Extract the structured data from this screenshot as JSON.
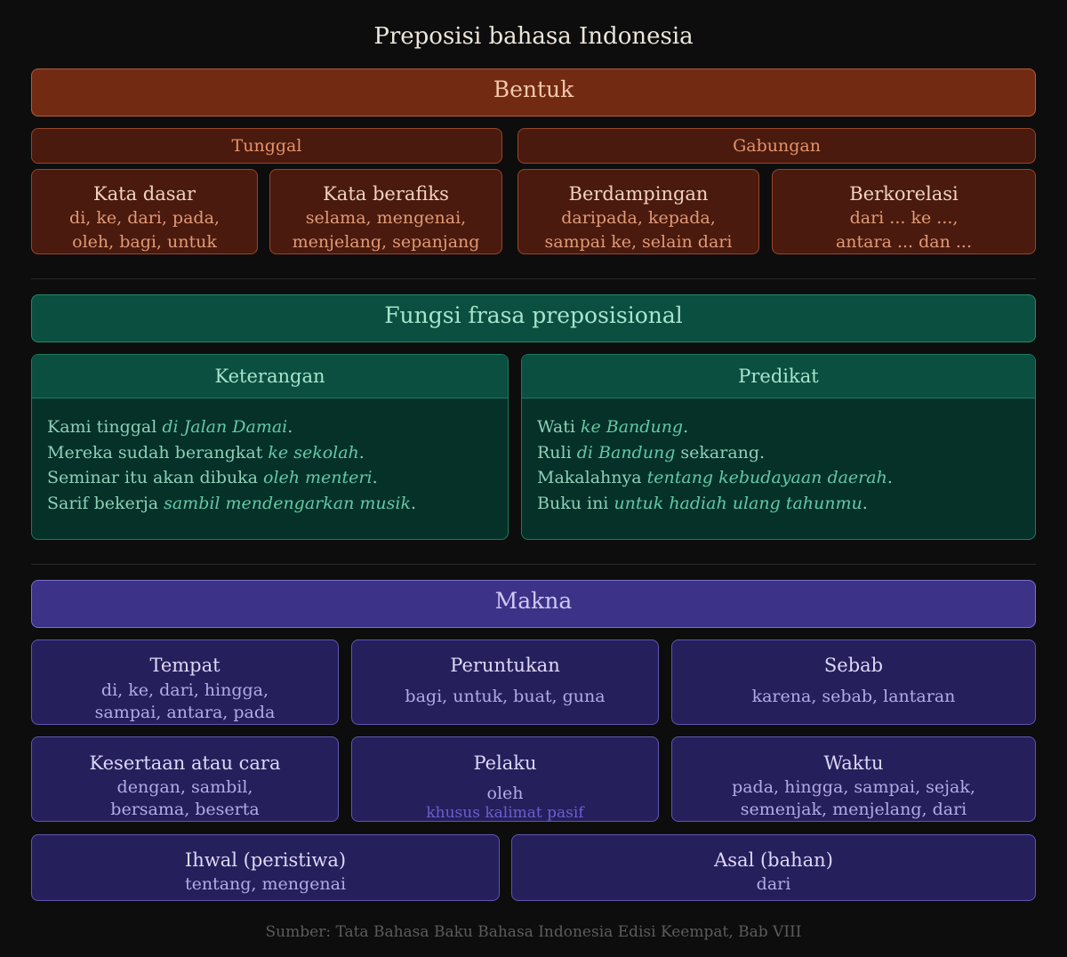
{
  "title": "Preposisi bahasa Indonesia",
  "bentuk": {
    "heading": "Bentuk",
    "tunggal": "Tunggal",
    "gabungan": "Gabungan",
    "cards": [
      {
        "title": "Kata dasar",
        "line1": "di, ke, dari, pada,",
        "line2": "oleh, bagi, untuk"
      },
      {
        "title": "Kata berafiks",
        "line1": "selama, mengenai,",
        "line2": "menjelang, sepanjang"
      },
      {
        "title": "Berdampingan",
        "line1": "daripada, kepada,",
        "line2": "sampai ke, selain dari"
      },
      {
        "title": "Berkorelasi",
        "line1": "dari ... ke ...,",
        "line2": "antara ... dan ..."
      }
    ]
  },
  "fungsi": {
    "heading": "Fungsi frasa preposisional",
    "keterangan": {
      "label": "Keterangan",
      "examples": [
        {
          "before": "Kami tinggal ",
          "phrase": "di Jalan Damai",
          "after": "."
        },
        {
          "before": "Mereka sudah berangkat ",
          "phrase": "ke sekolah",
          "after": "."
        },
        {
          "before": "Seminar itu akan dibuka ",
          "phrase": "oleh menteri",
          "after": "."
        },
        {
          "before": "Sarif bekerja ",
          "phrase": "sambil mendengarkan musik",
          "after": "."
        }
      ]
    },
    "predikat": {
      "label": "Predikat",
      "examples": [
        {
          "before": "Wati ",
          "phrase": "ke Bandung",
          "after": "."
        },
        {
          "before": "Ruli ",
          "phrase": "di Bandung",
          "after": " sekarang."
        },
        {
          "before": "Makalahnya ",
          "phrase": "tentang kebudayaan daerah",
          "after": "."
        },
        {
          "before": "Buku ini ",
          "phrase": "untuk hadiah ulang tahunmu",
          "after": "."
        }
      ]
    }
  },
  "makna": {
    "heading": "Makna",
    "cards": [
      {
        "title": "Tempat",
        "line1": "di, ke, dari, hingga,",
        "line2": "sampai, antara, pada"
      },
      {
        "title": "Peruntukan",
        "line1": "bagi, untuk, buat, guna"
      },
      {
        "title": "Sebab",
        "line1": "karena, sebab, lantaran"
      },
      {
        "title": "Kesertaan atau cara",
        "line1": "dengan, sambil,",
        "line2": "bersama, beserta"
      },
      {
        "title": "Pelaku",
        "line1": "oleh",
        "note": "khusus kalimat pasif"
      },
      {
        "title": "Waktu",
        "line1": "pada, hingga, sampai, sejak,",
        "line2": "semenjak, menjelang, dari"
      },
      {
        "title": "Ihwal (peristiwa)",
        "line1": "tentang, mengenai"
      },
      {
        "title": "Asal (bahan)",
        "line1": "dari"
      }
    ]
  },
  "source": "Sumber: Tata Bahasa Baku Bahasa Indonesia Edisi Keempat, Bab VIII"
}
